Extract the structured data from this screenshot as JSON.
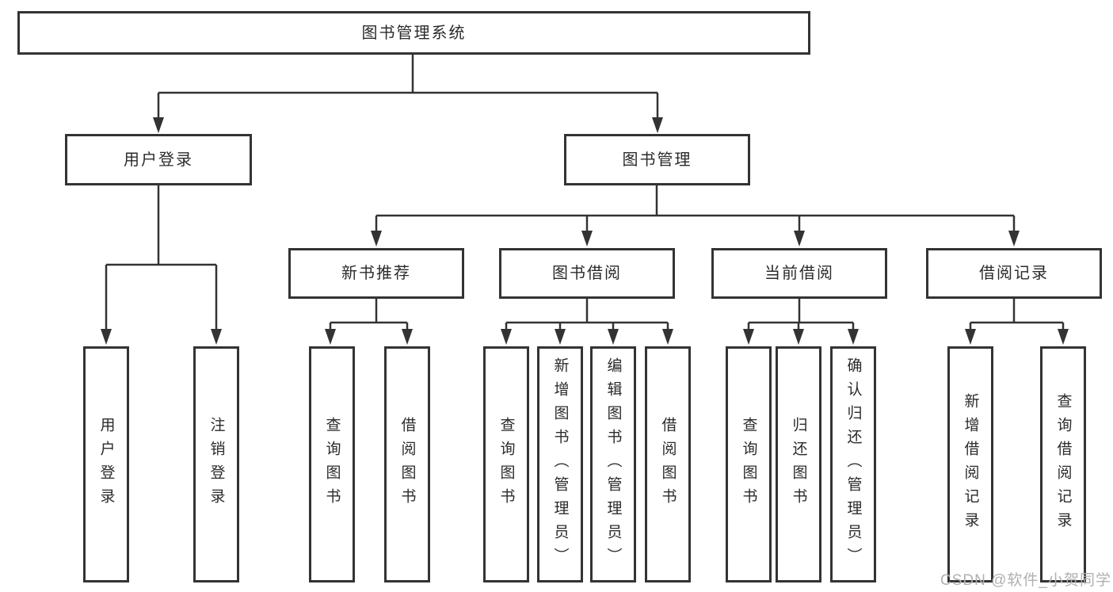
{
  "diagram_type": "functional-structure-tree",
  "colors": {
    "line": "#333333",
    "box_border": "#333333",
    "box_background": "#ffffff",
    "text": "#2b2b2b",
    "watermark": "#b0b0b0"
  },
  "tree": {
    "root": "图书管理系统",
    "branches": [
      {
        "label": "用户登录",
        "leaves": [
          "用户登录",
          "注销登录"
        ]
      },
      {
        "label": "图书管理",
        "groups": [
          {
            "label": "新书推荐",
            "leaves": [
              "查询图书",
              "借阅图书"
            ]
          },
          {
            "label": "图书借阅",
            "leaves": [
              "查询图书",
              "新增图书（管理员）",
              "编辑图书（管理员）",
              "借阅图书"
            ]
          },
          {
            "label": "当前借阅",
            "leaves": [
              "查询图书",
              "归还图书",
              "确认归还（管理员）"
            ]
          },
          {
            "label": "借阅记录",
            "leaves": [
              "新增借阅记录",
              "查询借阅记录"
            ]
          }
        ]
      }
    ]
  },
  "watermark": "CSDN @软件_小贺同学"
}
